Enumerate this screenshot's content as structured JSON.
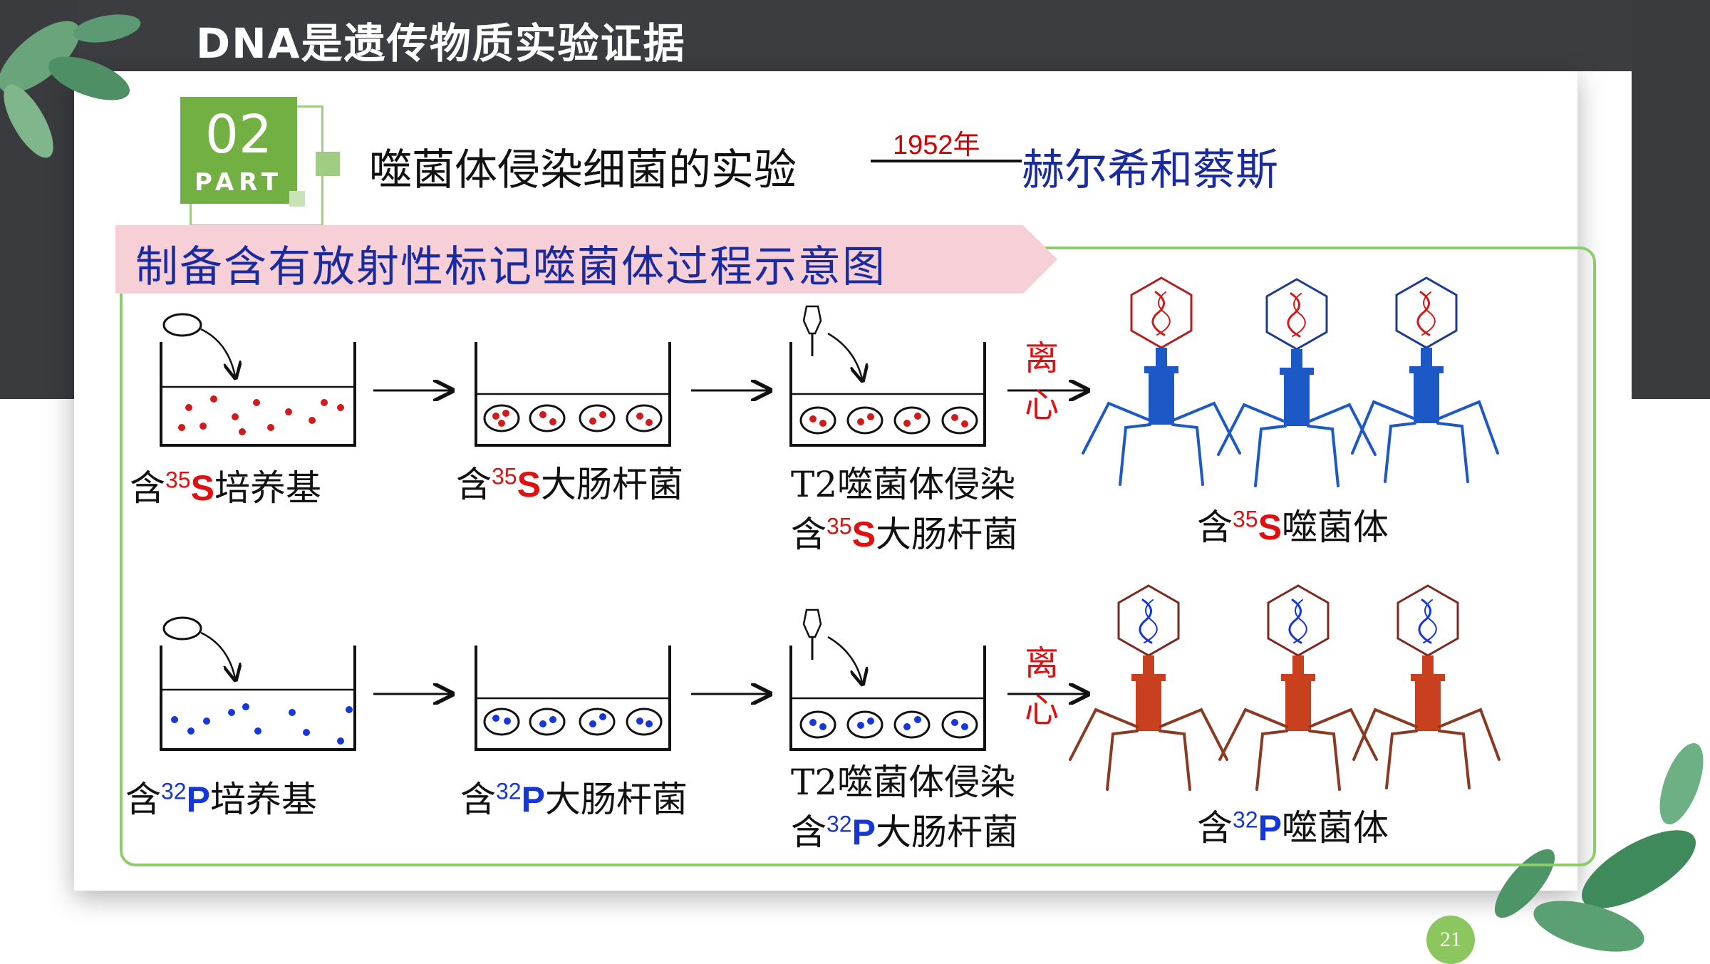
{
  "header": {
    "title": "DNA是遗传物质实验证据"
  },
  "part": {
    "number": "02",
    "word": "PART"
  },
  "experiment": {
    "title": "噬菌体侵染细菌的实验",
    "year": "1952年",
    "scientists": "赫尔希和蔡斯"
  },
  "banner": {
    "text": "制备含有放射性标记噬菌体过程示意图"
  },
  "centrifuge": {
    "char1": "离",
    "char2": "心"
  },
  "rows": [
    {
      "iso_mass": "35",
      "iso_symbol": "S",
      "color": "#e01010",
      "medium_suffix": "培养基",
      "bacteria_suffix": "大肠杆菌",
      "infect_line1": "T2噬菌体侵染",
      "infect_prefix": "含",
      "phage_suffix": "噬菌体"
    },
    {
      "iso_mass": "32",
      "iso_symbol": "P",
      "color": "#1536d8",
      "medium_suffix": "培养基",
      "bacteria_suffix": "大肠杆菌",
      "infect_line1": "T2噬菌体侵染",
      "infect_prefix": "含",
      "phage_suffix": "噬菌体"
    }
  ],
  "page_number": "21",
  "colors": {
    "accent_green": "#72b043",
    "red_label": "#e01010",
    "blue_label": "#1536d8",
    "dark_blue_text": "#1a2aa0"
  }
}
